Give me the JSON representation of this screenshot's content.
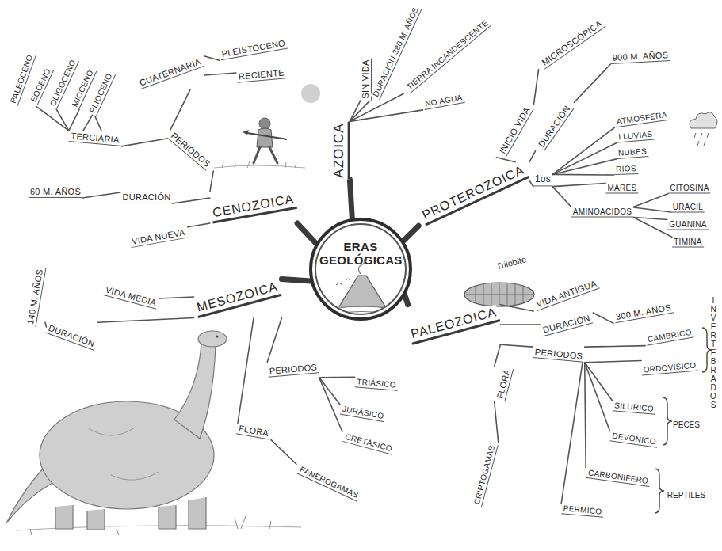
{
  "diagram": {
    "nodes": [
      {
        "text": [
          "ERAS GEOLÓGICAS"
        ]
      },
      {
        "text": [
          "AZOICA"
        ]
      },
      {
        "text": [
          "SIN VIDA"
        ]
      },
      {
        "text": [
          "DURACIÓN 380 M. AÑOS"
        ]
      },
      {
        "text": [
          "TIERRA INCANDESCENTE"
        ]
      },
      {
        "text": [
          "NO AGUA"
        ]
      },
      {
        "text": [
          "PROTEROZOICA"
        ]
      },
      {
        "text": [
          "INICIO VIDA"
        ]
      },
      {
        "text": [
          "MICROSCÓPICA"
        ]
      },
      {
        "text": [
          "DURACIÓN"
        ]
      },
      {
        "text": [
          "900 M. AÑOS"
        ]
      },
      {
        "text": [
          "1os"
        ]
      },
      {
        "text": [
          "ATMOSFERA"
        ]
      },
      {
        "text": [
          "LLUVIAS"
        ]
      },
      {
        "text": [
          "NUBES"
        ]
      },
      {
        "text": [
          "RIOS"
        ]
      },
      {
        "text": [
          "MARES"
        ]
      },
      {
        "text": [
          "AMINOACIDOS"
        ]
      },
      {
        "text": [
          "CITOSINA"
        ]
      },
      {
        "text": [
          "URACIL"
        ]
      },
      {
        "text": [
          "GUANINA"
        ]
      },
      {
        "text": [
          "TIMINA"
        ]
      },
      {
        "text": [
          "PALEOZOICA"
        ]
      },
      {
        "text": [
          "VIDA ANTIGUA"
        ]
      },
      {
        "text": [
          "DURACIÓN"
        ]
      },
      {
        "text": [
          "300 M. AÑOS"
        ]
      },
      {
        "text": [
          "PERIODOS"
        ]
      },
      {
        "text": [
          "CAMBRICO"
        ]
      },
      {
        "text": [
          "ORDOVISICO"
        ]
      },
      {
        "text": [
          "SILURICO"
        ]
      },
      {
        "text": [
          "DEVONICO"
        ]
      },
      {
        "text": [
          "CARBONIFERO"
        ]
      },
      {
        "text": [
          "PERMICO"
        ]
      },
      {
        "text": [
          "FLORA"
        ]
      },
      {
        "text": [
          "CRIPTOGAMAS"
        ]
      },
      {
        "text": [
          "MESOZOICA"
        ]
      },
      {
        "text": [
          "VIDA MEDIA"
        ]
      },
      {
        "text": [
          "DURACIÓN"
        ]
      },
      {
        "text": [
          "140 M. AÑOS"
        ]
      },
      {
        "text": [
          "PERIODOS"
        ]
      },
      {
        "text": [
          "TRIÁSICO"
        ]
      },
      {
        "text": [
          "JURÁSICO"
        ]
      },
      {
        "text": [
          "CRETÁSICO"
        ]
      },
      {
        "text": [
          "FLORA"
        ]
      },
      {
        "text": [
          "FANEROGAMAS"
        ]
      },
      {
        "text": [
          "CENOZOICA"
        ]
      },
      {
        "text": [
          "VIDA NUEVA"
        ]
      },
      {
        "text": [
          "DURACIÓN"
        ]
      },
      {
        "text": [
          "60 M. AÑOS"
        ]
      },
      {
        "text": [
          "PERIODOS"
        ]
      },
      {
        "text": [
          "TERCIARIA"
        ]
      },
      {
        "text": [
          "PALEOCENO"
        ]
      },
      {
        "text": [
          "EOCENO"
        ]
      },
      {
        "text": [
          "OLIGOCENO"
        ]
      },
      {
        "text": [
          "MIOCENO"
        ]
      },
      {
        "text": [
          "PLIOCENO"
        ]
      },
      {
        "text": [
          "CUATERNARIA"
        ]
      },
      {
        "text": [
          "PLEISTOCENO"
        ]
      },
      {
        "text": [
          "RECIENTE"
        ]
      }
    ],
    "edges": [
      {
        "from": 0,
        "to": 1,
        "arrow": "none"
      },
      {
        "from": 0,
        "to": 6,
        "arrow": "none"
      },
      {
        "from": 0,
        "to": 22,
        "arrow": "none"
      },
      {
        "from": 0,
        "to": 35,
        "arrow": "none"
      },
      {
        "from": 0,
        "to": 45,
        "arrow": "none"
      },
      {
        "from": 1,
        "to": 2,
        "arrow": "none"
      },
      {
        "from": 1,
        "to": 3,
        "arrow": "none"
      },
      {
        "from": 1,
        "to": 4,
        "arrow": "none"
      },
      {
        "from": 1,
        "to": 5,
        "arrow": "none"
      },
      {
        "from": 6,
        "to": 7,
        "arrow": "none"
      },
      {
        "from": 7,
        "to": 8,
        "arrow": "none"
      },
      {
        "from": 6,
        "to": 9,
        "arrow": "none"
      },
      {
        "from": 9,
        "to": 10,
        "arrow": "none"
      },
      {
        "from": 6,
        "to": 11,
        "arrow": "none"
      },
      {
        "from": 11,
        "to": 12,
        "arrow": "none"
      },
      {
        "from": 11,
        "to": 13,
        "arrow": "none"
      },
      {
        "from": 11,
        "to": 14,
        "arrow": "none"
      },
      {
        "from": 11,
        "to": 15,
        "arrow": "none"
      },
      {
        "from": 11,
        "to": 16,
        "arrow": "none"
      },
      {
        "from": 11,
        "to": 17,
        "arrow": "none"
      },
      {
        "from": 17,
        "to": 18,
        "arrow": "none"
      },
      {
        "from": 17,
        "to": 19,
        "arrow": "none"
      },
      {
        "from": 17,
        "to": 20,
        "arrow": "none"
      },
      {
        "from": 17,
        "to": 21,
        "arrow": "none"
      },
      {
        "from": 22,
        "to": 23,
        "arrow": "none"
      },
      {
        "from": 22,
        "to": 24,
        "arrow": "none"
      },
      {
        "from": 24,
        "to": 25,
        "arrow": "none"
      },
      {
        "from": 22,
        "to": 26,
        "arrow": "none"
      },
      {
        "from": 26,
        "to": 27,
        "arrow": "none"
      },
      {
        "from": 26,
        "to": 28,
        "arrow": "none"
      },
      {
        "from": 26,
        "to": 29,
        "arrow": "none"
      },
      {
        "from": 26,
        "to": 30,
        "arrow": "none"
      },
      {
        "from": 26,
        "to": 31,
        "arrow": "none"
      },
      {
        "from": 26,
        "to": 32,
        "arrow": "none"
      },
      {
        "from": 22,
        "to": 33,
        "arrow": "none"
      },
      {
        "from": 33,
        "to": 34,
        "arrow": "none"
      },
      {
        "from": 35,
        "to": 36,
        "arrow": "none"
      },
      {
        "from": 35,
        "to": 37,
        "arrow": "none"
      },
      {
        "from": 37,
        "to": 38,
        "arrow": "none"
      },
      {
        "from": 35,
        "to": 39,
        "arrow": "none"
      },
      {
        "from": 39,
        "to": 40,
        "arrow": "none"
      },
      {
        "from": 39,
        "to": 41,
        "arrow": "none"
      },
      {
        "from": 39,
        "to": 42,
        "arrow": "none"
      },
      {
        "from": 35,
        "to": 43,
        "arrow": "none"
      },
      {
        "from": 43,
        "to": 44,
        "arrow": "none"
      },
      {
        "from": 45,
        "to": 46,
        "arrow": "none"
      },
      {
        "from": 45,
        "to": 47,
        "arrow": "none"
      },
      {
        "from": 47,
        "to": 48,
        "arrow": "none"
      },
      {
        "from": 45,
        "to": 49,
        "arrow": "none"
      },
      {
        "from": 49,
        "to": 50,
        "arrow": "none"
      },
      {
        "from": 50,
        "to": 51,
        "arrow": "none"
      },
      {
        "from": 50,
        "to": 52,
        "arrow": "none"
      },
      {
        "from": 50,
        "to": 53,
        "arrow": "none"
      },
      {
        "from": 50,
        "to": 54,
        "arrow": "none"
      },
      {
        "from": 50,
        "to": 55,
        "arrow": "none"
      },
      {
        "from": 49,
        "to": 56,
        "arrow": "none"
      },
      {
        "from": 56,
        "to": 57,
        "arrow": "none"
      },
      {
        "from": 56,
        "to": 58,
        "arrow": "none"
      }
    ],
    "labels": [
      "Trilobite",
      "INVERTEBRADOS",
      "PECES",
      "REPTILES"
    ]
  }
}
